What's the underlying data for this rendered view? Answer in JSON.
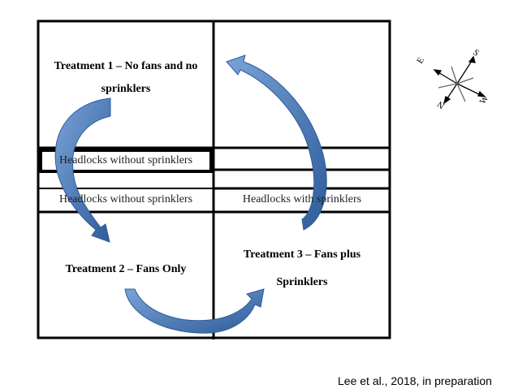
{
  "treatments": {
    "t1_line1": "Treatment 1 – No fans and no",
    "t1_line2": "sprinklers",
    "t2": "Treatment 2 – Fans Only",
    "t3_line1": "Treatment 3 – Fans plus",
    "t3_line2": "Sprinklers"
  },
  "headlocks": {
    "upper_left": "Headlocks without sprinklers",
    "lower_left": "Headlocks without sprinklers",
    "lower_right": "Headlocks with sprinklers"
  },
  "compass": {
    "south": "S",
    "east": "E",
    "west": "W",
    "north": "N"
  },
  "citation": "Lee et al., 2018, in preparation",
  "colors": {
    "arrow_fill": "#5b86c2",
    "arrow_dark": "#2e5c9a",
    "outline": "#000000"
  }
}
